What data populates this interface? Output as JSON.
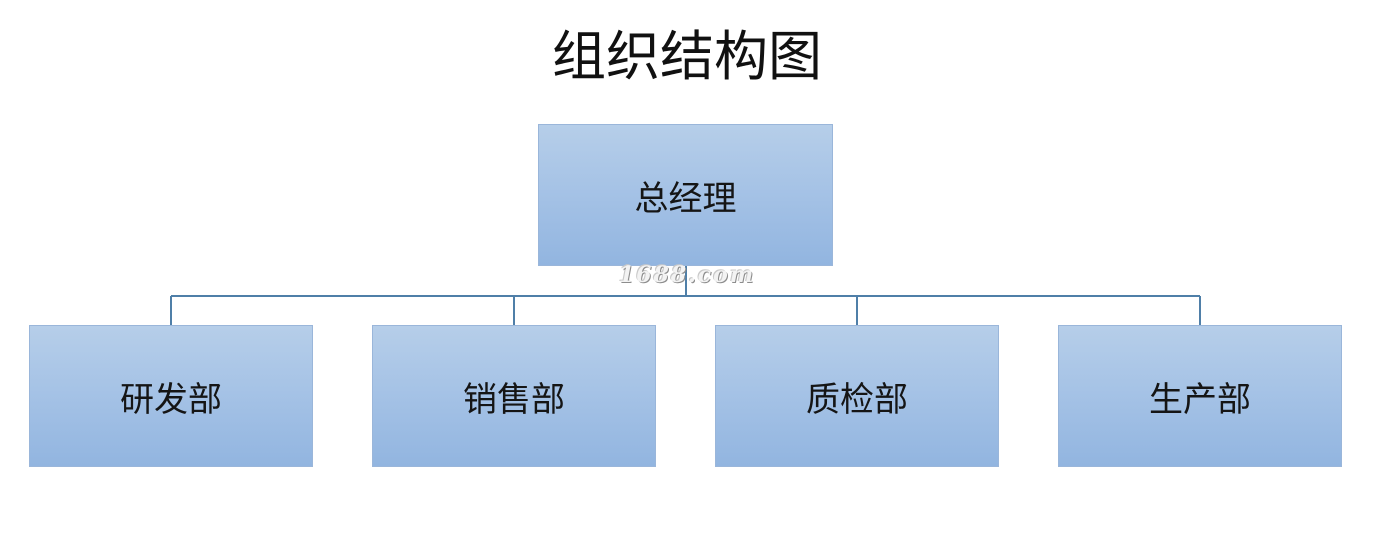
{
  "title": "组织结构图",
  "root": {
    "label": "总经理"
  },
  "children": [
    {
      "label": "研发部"
    },
    {
      "label": "销售部"
    },
    {
      "label": "质检部"
    },
    {
      "label": "生产部"
    }
  ],
  "watermark": "1688.com",
  "colors": {
    "connector": "#4f7fa8",
    "node_fill_top": "#b6cee9",
    "node_fill_bottom": "#92b5e0",
    "text": "#151515"
  }
}
